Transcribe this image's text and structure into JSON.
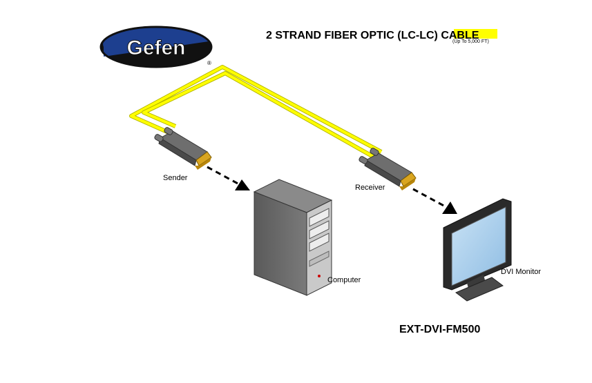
{
  "logo": {
    "text": "Gefen",
    "mark": "®"
  },
  "cable": {
    "title": "2 STRAND FIBER OPTIC (LC-LC) CABLE",
    "note": "(Up To 5,000 FT)",
    "legend_color": "#ffff00"
  },
  "devices": {
    "sender_label": "Sender",
    "receiver_label": "Receiver",
    "computer_label": "Computer",
    "monitor_label": "DVI Monitor"
  },
  "model": "EXT-DVI-FM500",
  "colors": {
    "cable": "#ffff00",
    "cable_outline": "#b8b800",
    "logo_blue": "#1d3f8f",
    "logo_dark": "#111111",
    "screen": "#a9cdeb",
    "connector_gold": "#d9a520"
  }
}
